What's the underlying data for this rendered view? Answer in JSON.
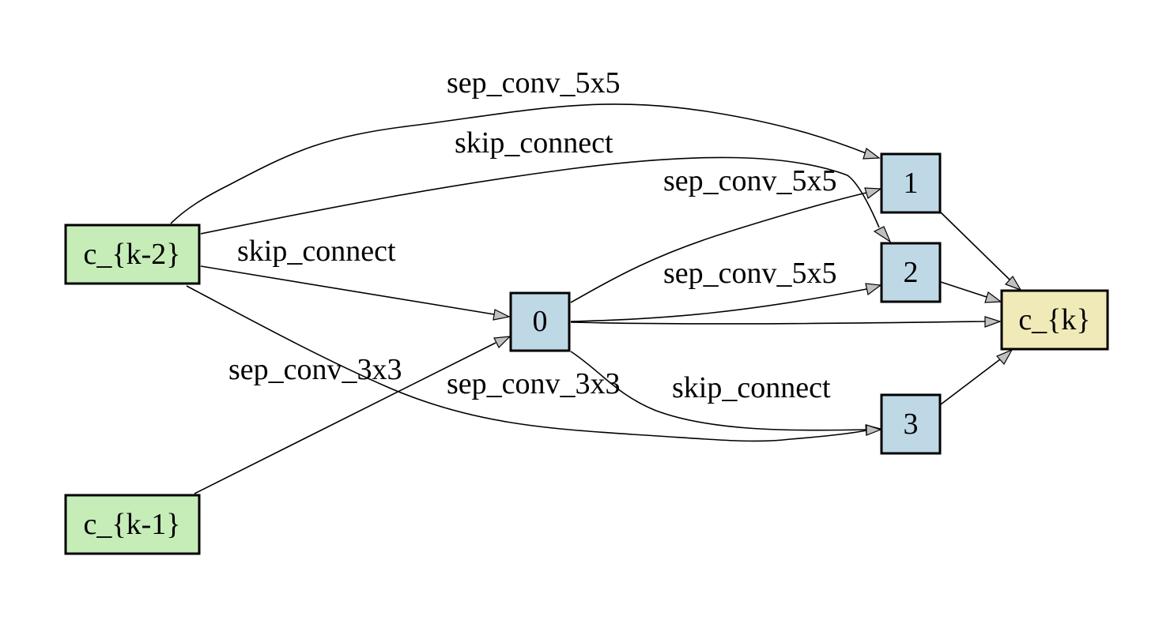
{
  "colors": {
    "input_node": "#c6ecb8",
    "intermediate_node": "#bfd8e6",
    "output_node": "#f0eab8",
    "arrowhead": "#c0c0c0"
  },
  "nodes": {
    "ck2": {
      "label": "c_{k-2}",
      "kind": "input"
    },
    "ck1": {
      "label": "c_{k-1}",
      "kind": "input"
    },
    "n0": {
      "label": "0",
      "kind": "intermediate"
    },
    "n1": {
      "label": "1",
      "kind": "intermediate"
    },
    "n2": {
      "label": "2",
      "kind": "intermediate"
    },
    "n3": {
      "label": "3",
      "kind": "intermediate"
    },
    "ck": {
      "label": "c_{k}",
      "kind": "output"
    }
  },
  "edges": [
    {
      "id": "ck2-n1",
      "from": "c_{k-2}",
      "to": "1",
      "label": "sep_conv_5x5"
    },
    {
      "id": "ck2-n2",
      "from": "c_{k-2}",
      "to": "2",
      "label": "skip_connect"
    },
    {
      "id": "ck2-n0",
      "from": "c_{k-2}",
      "to": "0",
      "label": "skip_connect"
    },
    {
      "id": "ck2-n3",
      "from": "c_{k-2}",
      "to": "3",
      "label": "sep_conv_3x3"
    },
    {
      "id": "ck1-n0",
      "from": "c_{k-1}",
      "to": "0",
      "label": "sep_conv_3x3"
    },
    {
      "id": "n0-n1",
      "from": "0",
      "to": "1",
      "label": "sep_conv_5x5"
    },
    {
      "id": "n0-n2",
      "from": "0",
      "to": "2",
      "label": "sep_conv_5x5"
    },
    {
      "id": "n0-n3",
      "from": "0",
      "to": "3",
      "label": "skip_connect"
    },
    {
      "id": "n0-ck",
      "from": "0",
      "to": "c_{k}",
      "label": ""
    },
    {
      "id": "n1-ck",
      "from": "1",
      "to": "c_{k}",
      "label": ""
    },
    {
      "id": "n2-ck",
      "from": "2",
      "to": "c_{k}",
      "label": ""
    },
    {
      "id": "n3-ck",
      "from": "3",
      "to": "c_{k}",
      "label": ""
    }
  ]
}
